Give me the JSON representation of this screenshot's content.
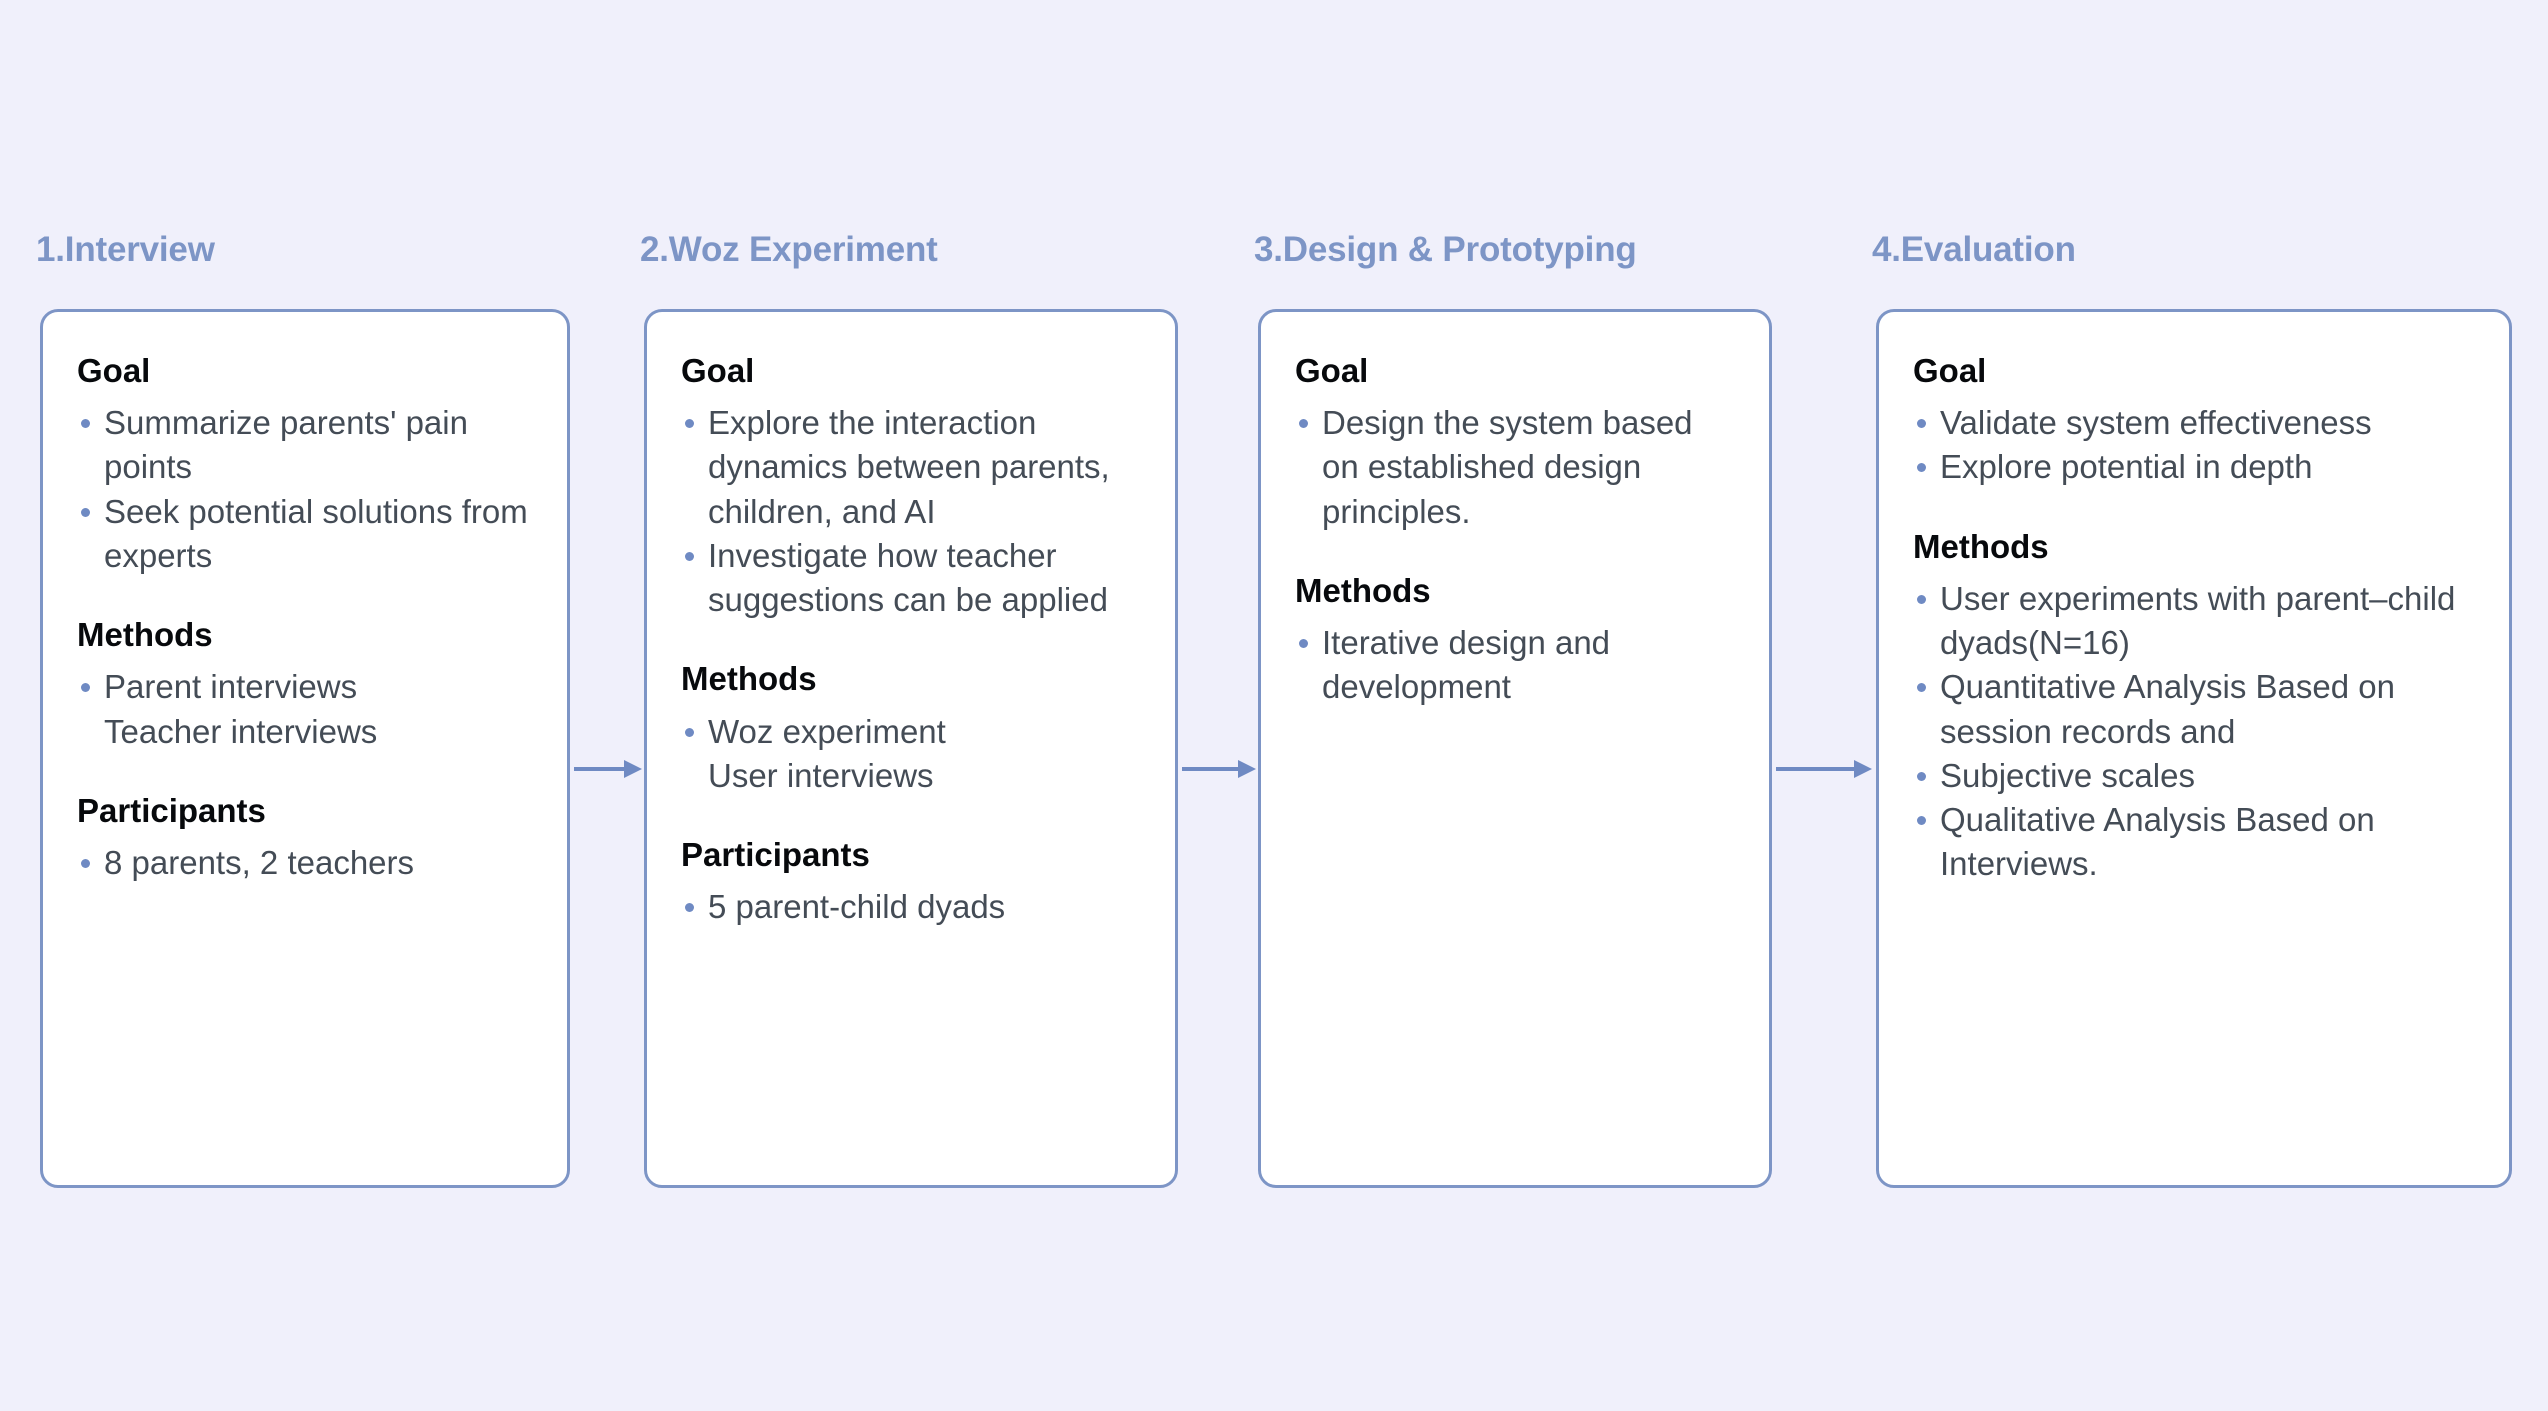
{
  "background_color": "#F0F0FB",
  "accent_color": "#7D95C6",
  "bullet_color": "#6F8AC3",
  "body_text_color": "#444C56",
  "card_border_color": "#7D95C6",
  "card_background": "#FFFFFF",
  "stages": [
    {
      "title": "1.Interview",
      "sections": [
        {
          "heading": "Goal",
          "items": [
            {
              "text": "Summarize parents' pain points",
              "bullet": true
            },
            {
              "text": "Seek potential solutions from experts",
              "bullet": true
            }
          ]
        },
        {
          "heading": "Methods",
          "items": [
            {
              "text": "Parent interviews",
              "bullet": true
            },
            {
              "text": "Teacher interviews",
              "bullet": false
            }
          ]
        },
        {
          "heading": "Participants",
          "items": [
            {
              "text": "8 parents, 2 teachers",
              "bullet": true
            }
          ]
        }
      ]
    },
    {
      "title": "2.Woz Experiment",
      "sections": [
        {
          "heading": "Goal",
          "items": [
            {
              "text": "Explore the interaction dynamics between parents, children, and AI",
              "bullet": true
            },
            {
              "text": "Investigate how teacher suggestions can be applied",
              "bullet": true
            }
          ]
        },
        {
          "heading": "Methods",
          "items": [
            {
              "text": "Woz experiment",
              "bullet": true
            },
            {
              "text": "User interviews",
              "bullet": false
            }
          ]
        },
        {
          "heading": "Participants",
          "items": [
            {
              "text": "5 parent-child dyads",
              "bullet": true
            }
          ]
        }
      ]
    },
    {
      "title": "3.Design & Prototyping",
      "sections": [
        {
          "heading": "Goal",
          "items": [
            {
              "text": "Design the system based on established design principles.",
              "bullet": true
            }
          ]
        },
        {
          "heading": "Methods",
          "items": [
            {
              "text": "Iterative design and development",
              "bullet": true
            }
          ]
        }
      ]
    },
    {
      "title": "4.Evaluation",
      "sections": [
        {
          "heading": "Goal",
          "items": [
            {
              "text": "Validate system effectiveness",
              "bullet": true
            },
            {
              "text": "Explore potential in depth",
              "bullet": true
            }
          ]
        },
        {
          "heading": "Methods",
          "items": [
            {
              "text": "User experiments with parent–child dyads(N=16)",
              "bullet": true
            },
            {
              "text": "Quantitative Analysis Based on session records and",
              "bullet": true
            },
            {
              "text": "Subjective scales",
              "bullet": true
            },
            {
              "text": "Qualitative Analysis Based on Interviews.",
              "bullet": true
            }
          ]
        }
      ]
    }
  ],
  "connectors": [
    {
      "name": "arrow-stage1-to-stage2"
    },
    {
      "name": "arrow-stage2-to-stage3"
    },
    {
      "name": "arrow-stage3-to-stage4"
    }
  ]
}
